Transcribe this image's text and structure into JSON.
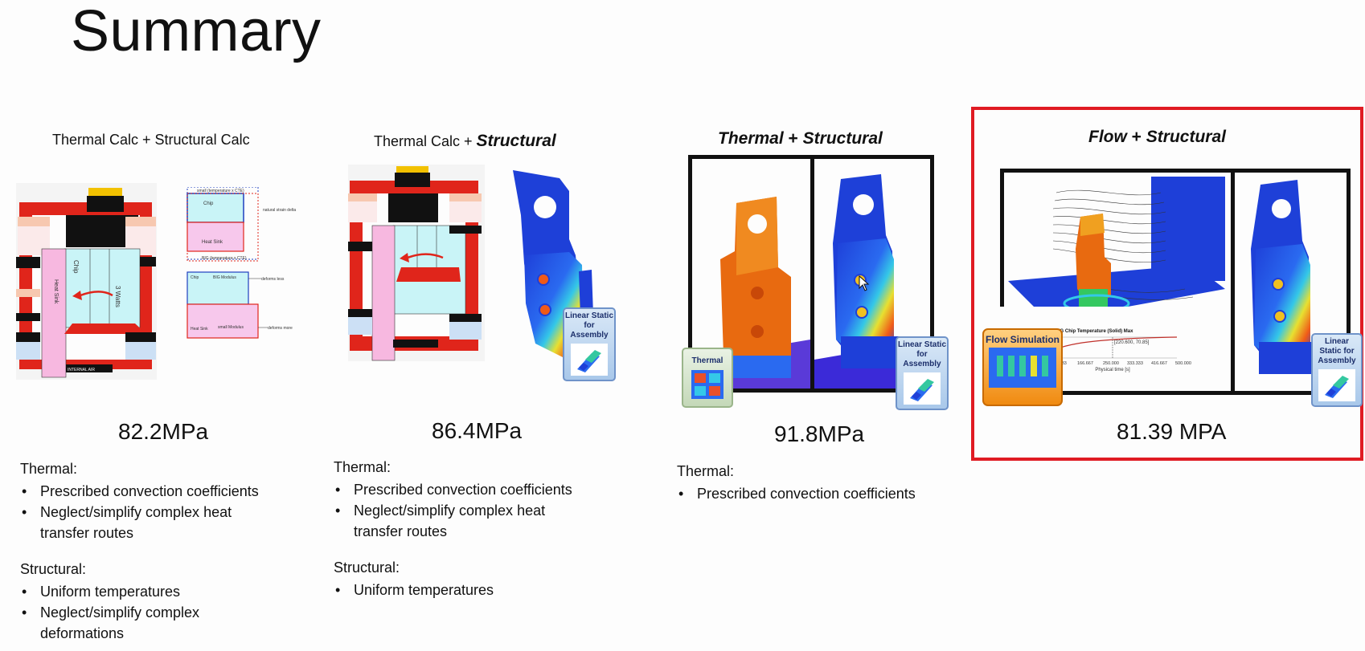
{
  "slide": {
    "title": "Summary"
  },
  "columns": [
    {
      "header_plain": "Thermal Calc + Structural Calc",
      "header_bold": "",
      "result": "82.2MPa",
      "thermal_label": "Thermal:",
      "thermal_items": [
        "Prescribed convection coefficients",
        "Neglect/simplify complex heat transfer routes"
      ],
      "structural_label": "Structural:",
      "structural_items": [
        "Uniform temperatures",
        "Neglect/simplify complex deformations"
      ],
      "figure_labels": {
        "heat_sink": "Heat Sink",
        "chip": "Chip",
        "three_watts": "3 Watts",
        "internal_air": "INTERNAL AIR",
        "big_modulus": "BIG Modulus",
        "small_modulus": "small Modulus",
        "natural_strain_delta": "natural strain delta",
        "deforms_less": "deforms less",
        "deforms_more": "deforms more",
        "small_temp_cte": "small (temperature x CTE)",
        "big_temp_cte": "BIG (temperature x CTE)"
      }
    },
    {
      "header_plain": "Thermal Calc + ",
      "header_bold": "Structural",
      "result": "86.4MPa",
      "thermal_label": "Thermal:",
      "thermal_items": [
        "Prescribed convection coefficients",
        "Neglect/simplify complex heat transfer routes"
      ],
      "structural_label": "Structural:",
      "structural_items": [
        "Uniform temperatures"
      ],
      "badge": "Linear Static for Assembly"
    },
    {
      "header_bold_1": "Thermal",
      "header_plus": " + ",
      "header_bold_2": "Structural",
      "result": "91.8MPa",
      "thermal_label": "Thermal:",
      "thermal_items": [
        "Prescribed convection coefficients"
      ],
      "badge_thermal": "Thermal",
      "badge": "Linear Static for Assembly"
    },
    {
      "header_bold_1": "Flow",
      "header_plus": " + ",
      "header_bold_2": "Structural",
      "result": "81.39 MPA",
      "badge_flow": "Flow Simulation",
      "badge": "Linear Static for Assembly",
      "chart_title": "VG Chip Temperature (Solid) Max",
      "chart_xlabel": "Physical time [s]",
      "chart_ticks": [
        "83.333",
        "166.667",
        "250.000",
        "333.333",
        "416.667",
        "500.000"
      ],
      "chart_point": "[220.600, 70.85]"
    }
  ],
  "colors": {
    "highlight": "#e01b23",
    "heat_red": "#e0251b",
    "sink_pink": "#f7b8e0",
    "chip_cyan": "#c9f4f7"
  }
}
